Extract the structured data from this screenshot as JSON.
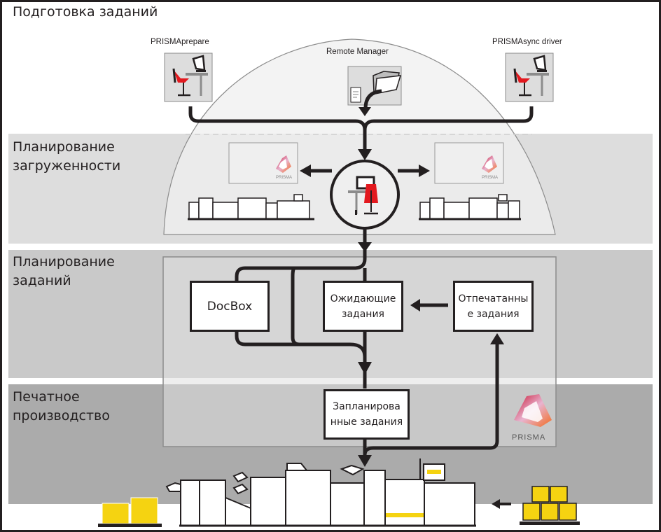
{
  "bands": [
    {
      "id": "job-preparation",
      "title": "Подготовка заданий",
      "color": "#ffffff"
    },
    {
      "id": "load-planning",
      "title": "Планирование\nзагруженности",
      "color": "#dddddd"
    },
    {
      "id": "job-planning",
      "title": "Планирование\nзаданий",
      "color": "#c9c9c9"
    },
    {
      "id": "print-production",
      "title": "Печатное\nпроизводство",
      "color": "#ababab"
    }
  ],
  "sources": [
    {
      "id": "prismaprepare",
      "label": "PRISMAprepare",
      "icon": "workstation-icon"
    },
    {
      "id": "remote-manager",
      "label": "Remote Manager",
      "icon": "folder-icon"
    },
    {
      "id": "prismasync-driver",
      "label": "PRISMAsync driver",
      "icon": "workstation-icon"
    }
  ],
  "load_planning": {
    "center_icon": "operator-workstation-icon",
    "screens": [
      {
        "id": "left",
        "logo_text": "PRISMA"
      },
      {
        "id": "right",
        "logo_text": "PRISMA"
      }
    ]
  },
  "job_planning": {
    "boxes": [
      {
        "id": "docbox",
        "label": "DocBox"
      },
      {
        "id": "waiting",
        "label": "Ожидающие\nзадания"
      },
      {
        "id": "printed",
        "label": "Отпечатанны\nе задания"
      },
      {
        "id": "scheduled",
        "label": "Запланирова\nнные задания"
      }
    ],
    "logo_text": "PRISMA"
  },
  "colors": {
    "stroke": "#231f20",
    "accent_red": "#e3191f",
    "paper_yellow": "#f5d311",
    "dome_fill": "#efefef",
    "dome_stroke": "#8c8c8c",
    "prisma_red": "#d0103a",
    "prisma_orange": "#f26b21"
  }
}
